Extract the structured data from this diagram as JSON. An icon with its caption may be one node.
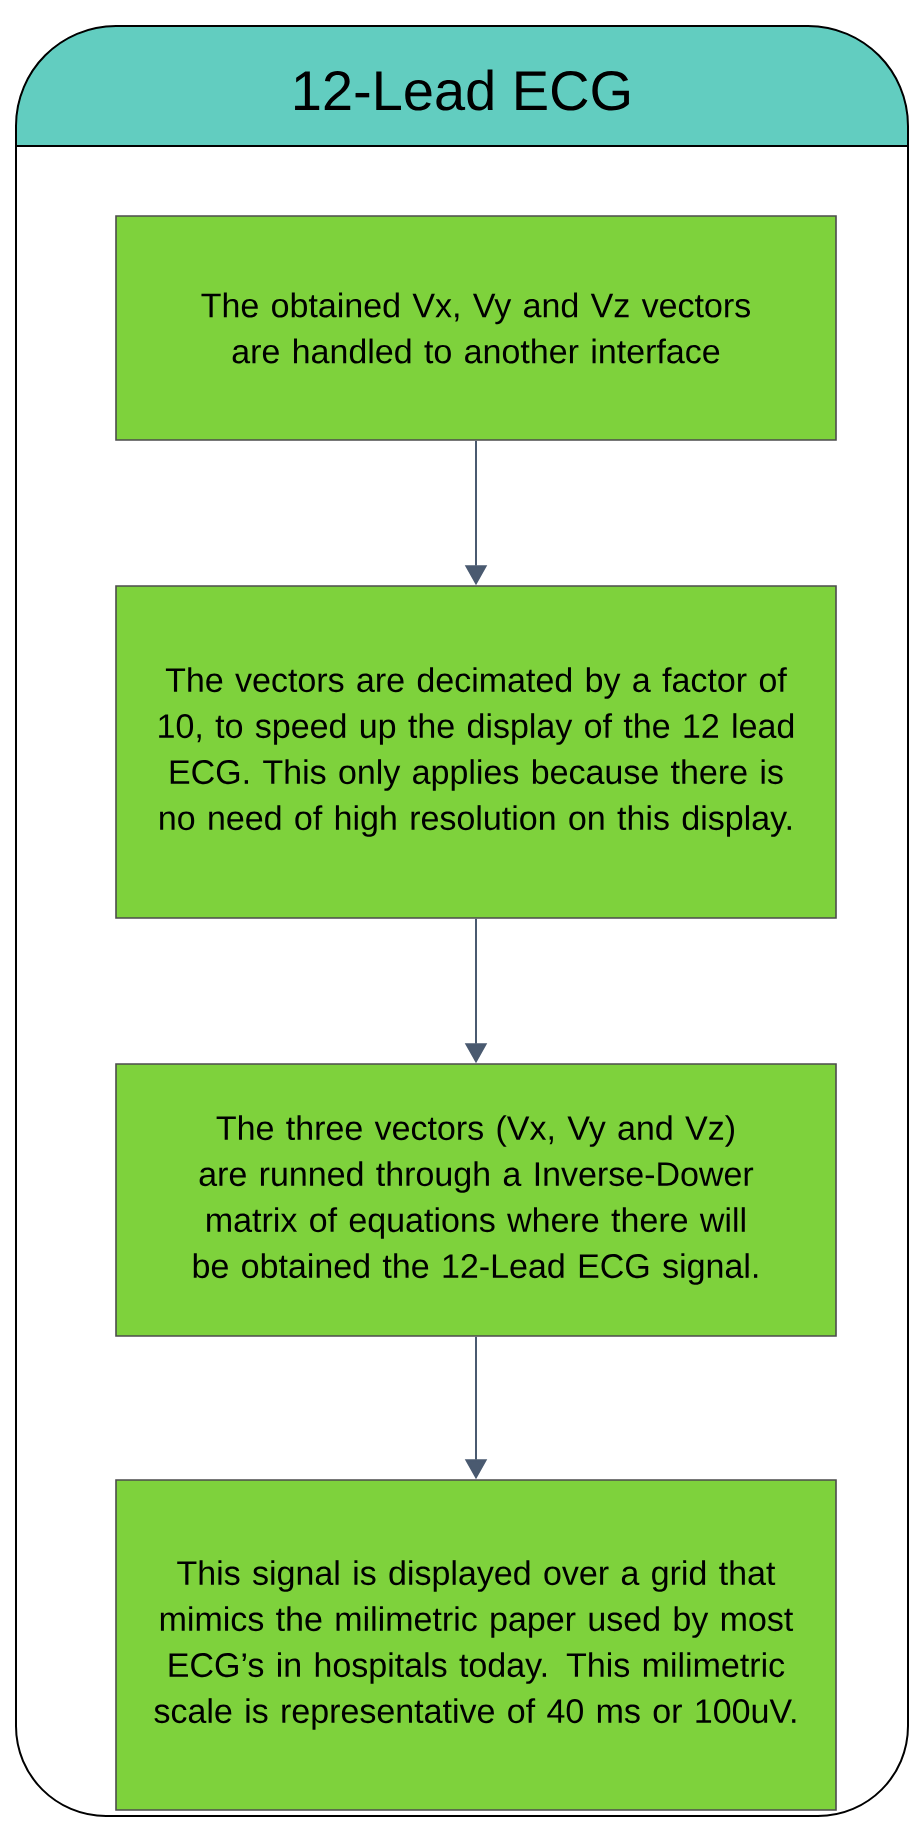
{
  "diagram": {
    "nodes": [
      {
        "text": [
          "12-Lead ECG"
        ]
      },
      {
        "text": [
          "The obtained Vx, Vy and Vz vectors are handled to another interface"
        ],
        "in": 0
      },
      {
        "text": [
          "The vectors are decimated by a factor of 10, to speed up the display of the 12 lead ECG. This only applies because there is no need of high resolution on this display."
        ],
        "in": 0
      },
      {
        "text": [
          "The three vectors (Vx, Vy and Vz) are runned through a Inverse-Dower matrix of equations where there will be obtained the 12-Lead ECG signal."
        ],
        "in": 0
      },
      {
        "text": [
          "This signal is displayed over a grid that mimics the milimetric paper used by most ECG’s in hospitals today. This milimetric scale is representative of 40 ms or 100uV."
        ],
        "in": 0
      }
    ],
    "edges": [
      {
        "from": 1,
        "to": 2,
        "arrow": "to"
      },
      {
        "from": 2,
        "to": 3,
        "arrow": "to"
      },
      {
        "from": 3,
        "to": 4,
        "arrow": "to"
      }
    ]
  }
}
